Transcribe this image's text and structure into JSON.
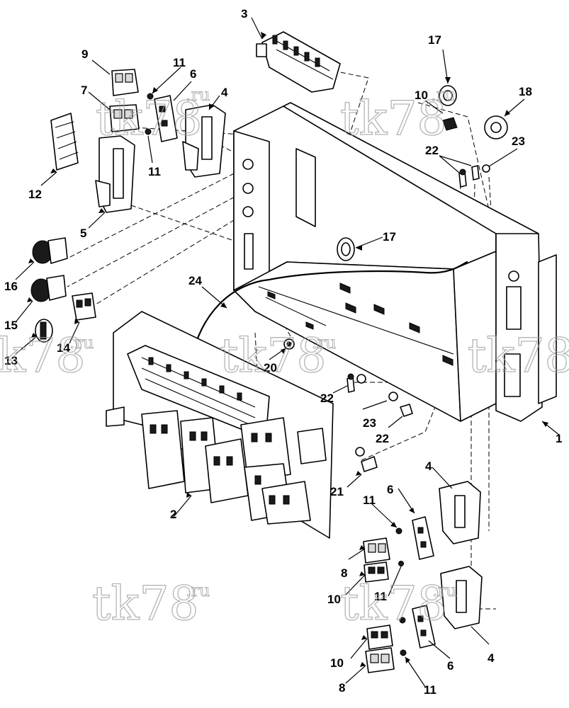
{
  "callouts": {
    "c1": "1",
    "c2": "2",
    "c3": "3",
    "c4a": "4",
    "c4b": "4",
    "c4c": "4",
    "c5": "5",
    "c6a": "6",
    "c6b": "6",
    "c6c": "6",
    "c7": "7",
    "c8a": "8",
    "c8b": "8",
    "c9": "9",
    "c10a": "10",
    "c10b": "10",
    "c10c": "10",
    "c11a": "11",
    "c11b": "11",
    "c11c": "11",
    "c11d": "11",
    "c11e": "11",
    "c12": "12",
    "c13": "13",
    "c14": "14",
    "c15": "15",
    "c16": "16",
    "c17a": "17",
    "c17b": "17",
    "c18": "18",
    "c20": "20",
    "c21": "21",
    "c22a": "22",
    "c22b": "22",
    "c22c": "22",
    "c23a": "23",
    "c23b": "23",
    "c24": "24"
  },
  "watermark": {
    "main": "tk78",
    "suffix": ".ru"
  },
  "colors": {
    "line": "#000000",
    "watermark": "#9c9c9c",
    "background": "#ffffff"
  }
}
